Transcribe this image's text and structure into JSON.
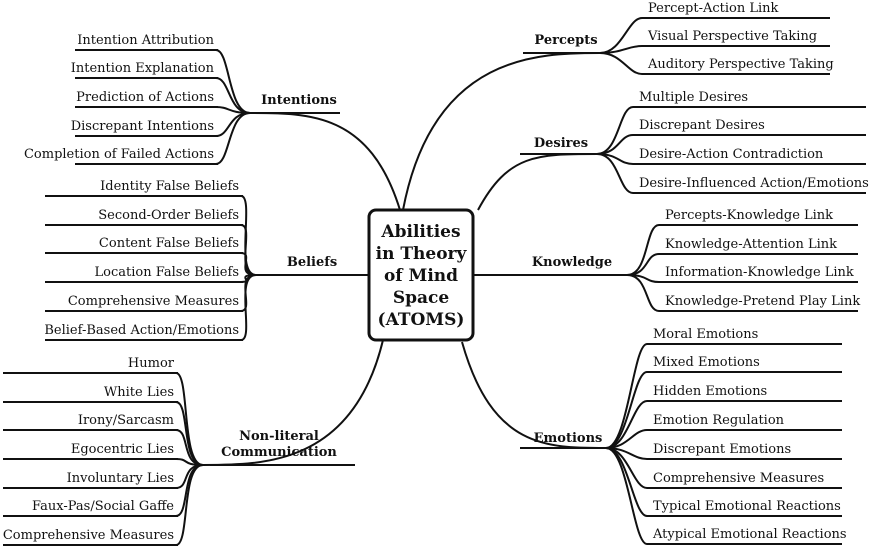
{
  "center": {
    "lines": [
      "Abilities",
      "in Theory",
      "of Mind",
      "Space",
      "(ATOMS)"
    ]
  },
  "branches": [
    {
      "id": "percepts",
      "label": "Percepts",
      "side": "right",
      "items": [
        "Percept-Action Link",
        "Visual Perspective Taking",
        "Auditory Perspective Taking"
      ]
    },
    {
      "id": "desires",
      "label": "Desires",
      "side": "right",
      "items": [
        "Multiple Desires",
        "Discrepant Desires",
        "Desire-Action Contradiction",
        "Desire-Influenced Action/Emotions"
      ]
    },
    {
      "id": "knowledge",
      "label": "Knowledge",
      "side": "right",
      "items": [
        "Percepts-Knowledge Link",
        "Knowledge-Attention Link",
        "Information-Knowledge Link",
        "Knowledge-Pretend Play Link"
      ]
    },
    {
      "id": "emotions",
      "label": "Emotions",
      "side": "right",
      "items": [
        "Moral Emotions",
        "Mixed Emotions",
        "Hidden Emotions",
        "Emotion Regulation",
        "Discrepant Emotions",
        "Comprehensive Measures",
        "Typical Emotional Reactions",
        "Atypical Emotional Reactions"
      ]
    },
    {
      "id": "intentions",
      "label": "Intentions",
      "side": "left",
      "items": [
        "Intention Attribution",
        "Intention Explanation",
        "Prediction of Actions",
        "Discrepant Intentions",
        "Completion of Failed Actions"
      ]
    },
    {
      "id": "beliefs",
      "label": "Beliefs",
      "side": "left",
      "items": [
        "Identity False Beliefs",
        "Second-Order Beliefs",
        "Content False Beliefs",
        "Location False Beliefs",
        "Comprehensive Measures",
        "Belief-Based Action/Emotions"
      ]
    },
    {
      "id": "nonliteral",
      "label": "Non-literal Communication",
      "label_lines": [
        "Non-literal",
        "Communication"
      ],
      "side": "left",
      "items": [
        "Humor",
        "White Lies",
        "Irony/Sarcasm",
        "Egocentric Lies",
        "Involuntary Lies",
        "Faux-Pas/Social Gaffe",
        "Comprehensive Measures"
      ]
    }
  ]
}
